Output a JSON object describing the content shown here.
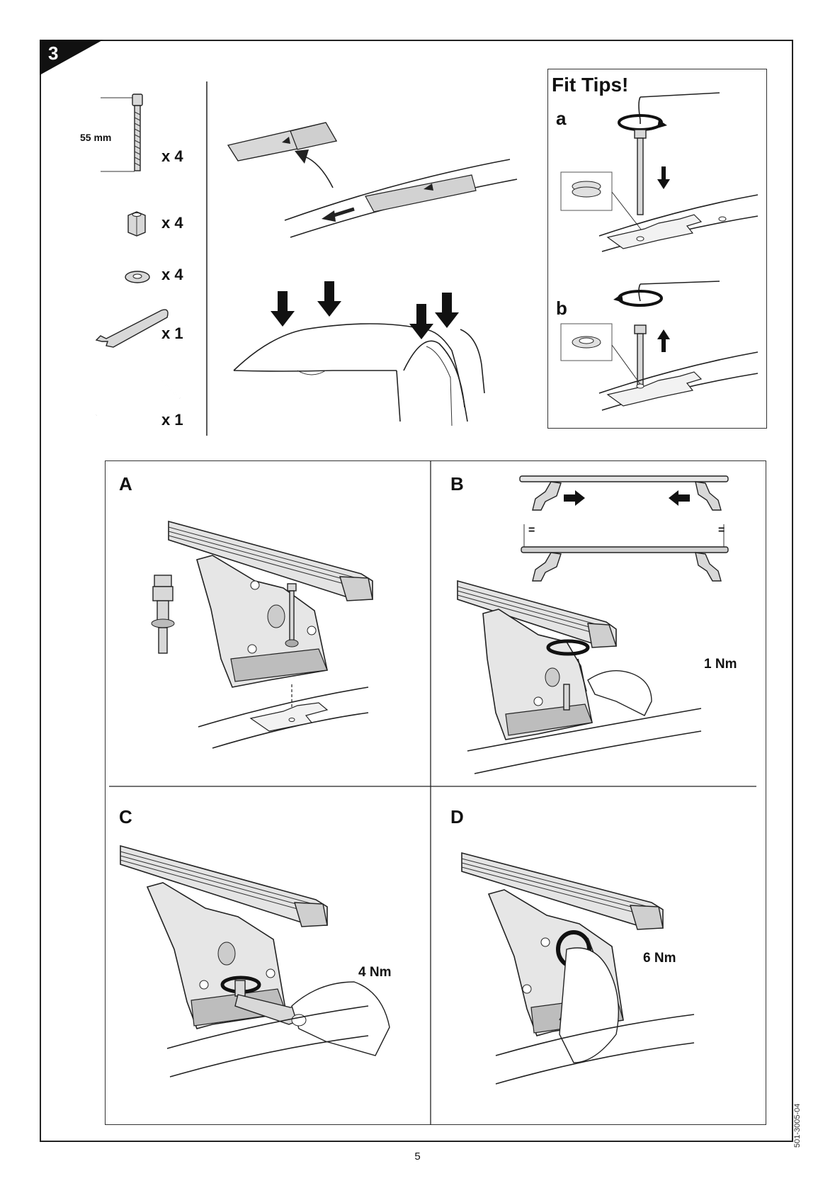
{
  "step": {
    "number": "3"
  },
  "parts": [
    {
      "id": "bolt",
      "quantity": "x 4",
      "dimension": "55 mm",
      "icon": "bolt-icon"
    },
    {
      "id": "nut",
      "quantity": "x 4",
      "icon": "nut-icon"
    },
    {
      "id": "washer",
      "quantity": "x 4",
      "icon": "washer-icon"
    },
    {
      "id": "wrench",
      "quantity": "x 1",
      "icon": "wrench-icon"
    },
    {
      "id": "hex-key",
      "quantity": "x 1",
      "icon": "hex-key-icon"
    }
  ],
  "fit_tips": {
    "title": "Fit Tips!",
    "steps": [
      {
        "label": "a"
      },
      {
        "label": "b"
      }
    ]
  },
  "panels": [
    {
      "label": "A"
    },
    {
      "label": "B",
      "torque": "1 Nm",
      "equal_marks": [
        "=",
        "="
      ]
    },
    {
      "label": "C",
      "torque": "4 Nm"
    },
    {
      "label": "D",
      "torque": "6 Nm"
    }
  ],
  "footer": {
    "page_number": "5",
    "doc_code": "501-3005-04"
  },
  "colors": {
    "line": "#222222",
    "fill": "#d8d8d8",
    "background": "#ffffff"
  }
}
